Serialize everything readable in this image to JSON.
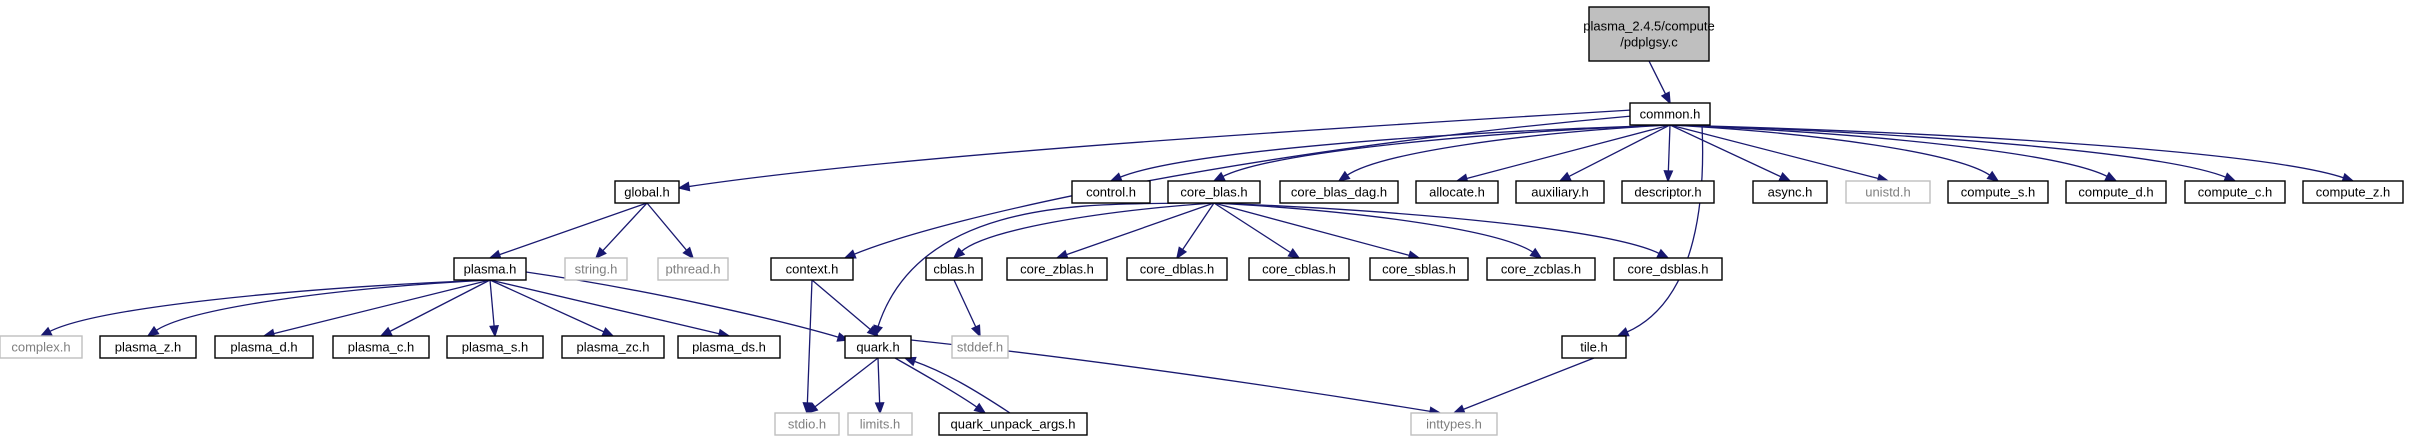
{
  "graph": {
    "colors": {
      "edge": "#191970",
      "node_border": "#000000",
      "missing_border": "#bfbfbf",
      "missing_text": "#7f7f7f",
      "root_fill": "#bfbfbf",
      "node_fill": "#ffffff"
    },
    "nodes": {
      "root": {
        "lines": [
          "plasma_2.4.5/compute",
          "/pdplgsy.c"
        ],
        "kind": "root"
      },
      "common": {
        "lines": [
          "common.h"
        ],
        "kind": "file"
      },
      "global": {
        "lines": [
          "global.h"
        ],
        "kind": "file"
      },
      "control": {
        "lines": [
          "control.h"
        ],
        "kind": "file"
      },
      "core_blas": {
        "lines": [
          "core_blas.h"
        ],
        "kind": "file"
      },
      "core_blas_dag": {
        "lines": [
          "core_blas_dag.h"
        ],
        "kind": "file"
      },
      "allocate": {
        "lines": [
          "allocate.h"
        ],
        "kind": "file"
      },
      "auxiliary": {
        "lines": [
          "auxiliary.h"
        ],
        "kind": "file"
      },
      "descriptor": {
        "lines": [
          "descriptor.h"
        ],
        "kind": "file"
      },
      "async": {
        "lines": [
          "async.h"
        ],
        "kind": "file"
      },
      "unistd": {
        "lines": [
          "unistd.h"
        ],
        "kind": "missing"
      },
      "compute_s": {
        "lines": [
          "compute_s.h"
        ],
        "kind": "file"
      },
      "compute_d": {
        "lines": [
          "compute_d.h"
        ],
        "kind": "file"
      },
      "compute_c": {
        "lines": [
          "compute_c.h"
        ],
        "kind": "file"
      },
      "compute_z": {
        "lines": [
          "compute_z.h"
        ],
        "kind": "file"
      },
      "plasma": {
        "lines": [
          "plasma.h"
        ],
        "kind": "file"
      },
      "string": {
        "lines": [
          "string.h"
        ],
        "kind": "missing"
      },
      "pthread": {
        "lines": [
          "pthread.h"
        ],
        "kind": "missing"
      },
      "context": {
        "lines": [
          "context.h"
        ],
        "kind": "file"
      },
      "cblas": {
        "lines": [
          "cblas.h"
        ],
        "kind": "file"
      },
      "core_zblas": {
        "lines": [
          "core_zblas.h"
        ],
        "kind": "file"
      },
      "core_dblas": {
        "lines": [
          "core_dblas.h"
        ],
        "kind": "file"
      },
      "core_cblas": {
        "lines": [
          "core_cblas.h"
        ],
        "kind": "file"
      },
      "core_sblas": {
        "lines": [
          "core_sblas.h"
        ],
        "kind": "file"
      },
      "core_zcblas": {
        "lines": [
          "core_zcblas.h"
        ],
        "kind": "file"
      },
      "core_dsblas": {
        "lines": [
          "core_dsblas.h"
        ],
        "kind": "file"
      },
      "stddef": {
        "lines": [
          "stddef.h"
        ],
        "kind": "missing"
      },
      "complex": {
        "lines": [
          "complex.h"
        ],
        "kind": "missing"
      },
      "plasma_z": {
        "lines": [
          "plasma_z.h"
        ],
        "kind": "file"
      },
      "plasma_d": {
        "lines": [
          "plasma_d.h"
        ],
        "kind": "file"
      },
      "plasma_c": {
        "lines": [
          "plasma_c.h"
        ],
        "kind": "file"
      },
      "plasma_s": {
        "lines": [
          "plasma_s.h"
        ],
        "kind": "file"
      },
      "plasma_zc": {
        "lines": [
          "plasma_zc.h"
        ],
        "kind": "file"
      },
      "plasma_ds": {
        "lines": [
          "plasma_ds.h"
        ],
        "kind": "file"
      },
      "quark": {
        "lines": [
          "quark.h"
        ],
        "kind": "file"
      },
      "tile": {
        "lines": [
          "tile.h"
        ],
        "kind": "file"
      },
      "stdio": {
        "lines": [
          "stdio.h"
        ],
        "kind": "missing"
      },
      "limits": {
        "lines": [
          "limits.h"
        ],
        "kind": "missing"
      },
      "quark_unpack_args": {
        "lines": [
          "quark_unpack_args.h"
        ],
        "kind": "file"
      },
      "inttypes": {
        "lines": [
          "inttypes.h"
        ],
        "kind": "missing"
      }
    },
    "edges": [
      [
        "root",
        "common"
      ],
      [
        "common",
        "global"
      ],
      [
        "common",
        "control"
      ],
      [
        "common",
        "core_blas"
      ],
      [
        "common",
        "core_blas_dag"
      ],
      [
        "common",
        "allocate"
      ],
      [
        "common",
        "auxiliary"
      ],
      [
        "common",
        "descriptor"
      ],
      [
        "common",
        "async"
      ],
      [
        "common",
        "unistd"
      ],
      [
        "common",
        "compute_s"
      ],
      [
        "common",
        "compute_d"
      ],
      [
        "common",
        "compute_c"
      ],
      [
        "common",
        "compute_z"
      ],
      [
        "common",
        "context"
      ],
      [
        "common",
        "tile"
      ],
      [
        "global",
        "plasma"
      ],
      [
        "global",
        "string"
      ],
      [
        "global",
        "pthread"
      ],
      [
        "plasma",
        "complex"
      ],
      [
        "plasma",
        "plasma_z"
      ],
      [
        "plasma",
        "plasma_d"
      ],
      [
        "plasma",
        "plasma_c"
      ],
      [
        "plasma",
        "plasma_s"
      ],
      [
        "plasma",
        "plasma_zc"
      ],
      [
        "plasma",
        "plasma_ds"
      ],
      [
        "plasma",
        "quark"
      ],
      [
        "core_blas",
        "cblas"
      ],
      [
        "core_blas",
        "core_zblas"
      ],
      [
        "core_blas",
        "core_dblas"
      ],
      [
        "core_blas",
        "core_cblas"
      ],
      [
        "core_blas",
        "core_sblas"
      ],
      [
        "core_blas",
        "core_zcblas"
      ],
      [
        "core_blas",
        "core_dsblas"
      ],
      [
        "core_blas",
        "quark"
      ],
      [
        "cblas",
        "stddef"
      ],
      [
        "context",
        "quark"
      ],
      [
        "context",
        "stdio"
      ],
      [
        "quark",
        "stdio"
      ],
      [
        "quark",
        "limits"
      ],
      [
        "quark",
        "quark_unpack_args"
      ],
      [
        "quark",
        "inttypes"
      ],
      [
        "quark_unpack_args",
        "quark"
      ],
      [
        "tile",
        "inttypes"
      ]
    ]
  }
}
